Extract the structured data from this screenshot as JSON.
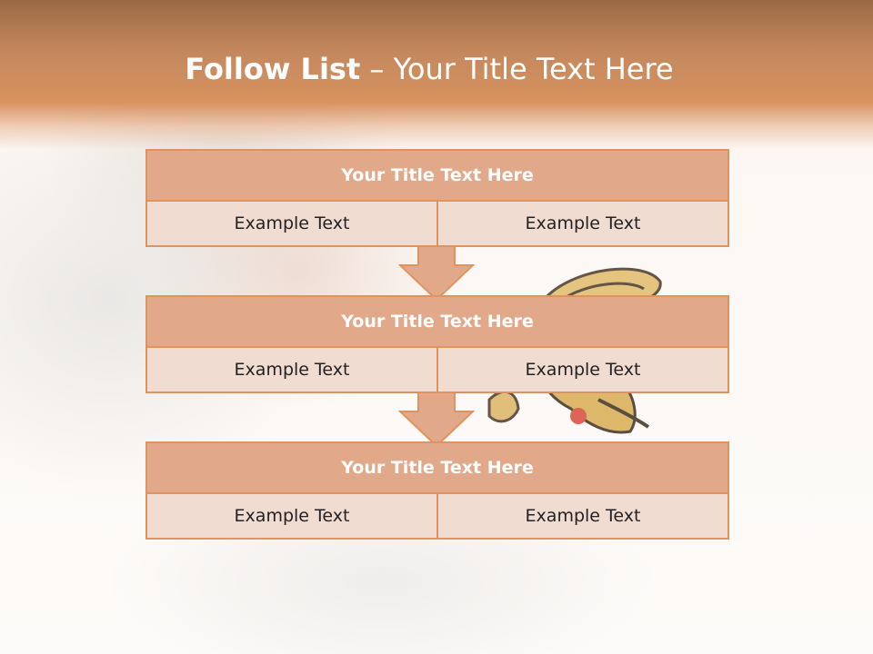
{
  "slide": {
    "title_bold": "Follow List",
    "title_rest": " – Your Title Text Here"
  },
  "steps": [
    {
      "title": "Your Title Text Here",
      "left": "Example Text",
      "right": "Example Text"
    },
    {
      "title": "Your Title Text Here",
      "left": "Example Text",
      "right": "Example Text"
    },
    {
      "title": "Your Title Text Here",
      "left": "Example Text",
      "right": "Example Text"
    }
  ],
  "colors": {
    "band": "#d7925f",
    "box_border": "#e0935c",
    "title_fill": "#e1a98a",
    "cell_fill": "#f1dcd2"
  },
  "icons": [
    "butterfly-illustration",
    "down-arrow-icon"
  ]
}
